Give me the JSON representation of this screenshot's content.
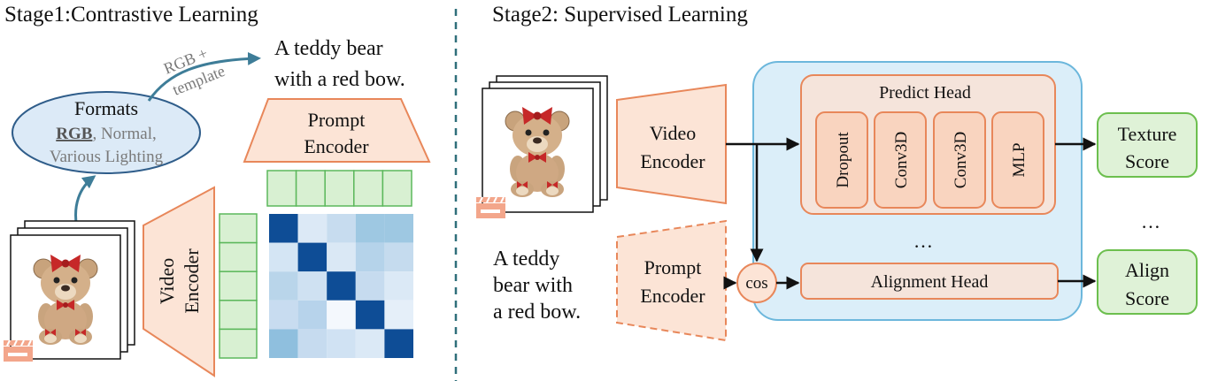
{
  "stage1": {
    "title": "Stage1:Contrastive Learning",
    "formats": {
      "title": "Formats",
      "rgb": "RGB",
      "line1_rest": ",  Normal,",
      "line2": "Various Lighting"
    },
    "arrow_label_line1": "RGB +",
    "arrow_label_line2": "template",
    "caption_line1": "A teddy bear",
    "caption_line2": "with a red bow.",
    "prompt_encoder_line1": "Prompt",
    "prompt_encoder_line2": "Encoder",
    "video_encoder_line1": "Video",
    "video_encoder_line2": "Encoder",
    "similarity_matrix_colors": [
      [
        "#0e4d96",
        "#dce9f6",
        "#c7dcef",
        "#9ec8e2",
        "#9ec8e2"
      ],
      [
        "#d4e5f4",
        "#0e4d96",
        "#dae8f5",
        "#b5d3ea",
        "#c5dbee"
      ],
      [
        "#b9d5ea",
        "#cfe1f2",
        "#0e4d96",
        "#c6dbef",
        "#dbe9f6"
      ],
      [
        "#c8dcf0",
        "#b7d3eb",
        "#f4f8fd",
        "#0e4d96",
        "#e5eff9"
      ],
      [
        "#8fbfde",
        "#c6dbef",
        "#d0e2f3",
        "#dbe9f6",
        "#0e4d96"
      ]
    ]
  },
  "stage2": {
    "title": "Stage2: Supervised Learning",
    "video_encoder_line1": "Video",
    "video_encoder_line2": "Encoder",
    "caption_line1": "A teddy",
    "caption_line2": "bear with",
    "caption_line3": "a red bow.",
    "prompt_encoder_line1": "Prompt",
    "prompt_encoder_line2": "Encoder",
    "predict_head": {
      "title": "Predict Head",
      "layers": [
        "Dropout",
        "Conv3D",
        "Conv3D",
        "MLP"
      ]
    },
    "heads_ellipsis": "…",
    "alignment_head": "Alignment Head",
    "cos_label": "cos",
    "outputs": {
      "texture_line1": "Texture",
      "texture_line2": "Score",
      "ellipsis": "…",
      "align_line1": "Align",
      "align_line2": "Score"
    }
  },
  "colors": {
    "encoder_fill": "#fce4d6",
    "encoder_stroke": "#e8875a",
    "embedding_fill": "#d8f0d2",
    "embedding_stroke": "#5cb85c",
    "score_fill": "#dff2d7",
    "score_stroke": "#6cbf4e",
    "container_fill": "#dbeef9",
    "container_stroke": "#6cb7dc",
    "divider": "#2f6f7a",
    "curve_arrow": "#3e7d98"
  },
  "icons": {
    "video": "clapperboard-icon",
    "sample_image": "teddy-bear-image"
  }
}
